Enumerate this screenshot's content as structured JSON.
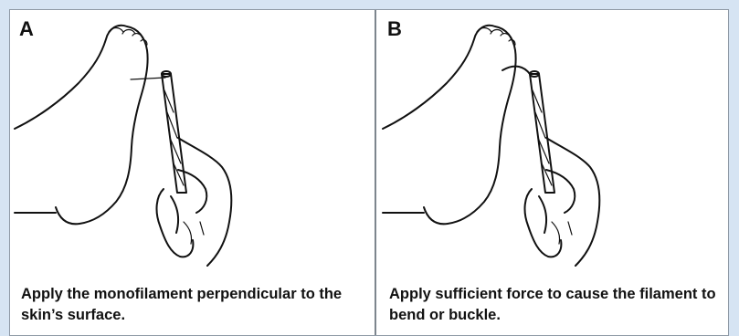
{
  "panels": [
    {
      "label": "A",
      "caption": "Apply the monofilament perpendicular to the skin’s surface."
    },
    {
      "label": "B",
      "caption": "Apply sufficient force to cause the filament to bend or buckle."
    }
  ],
  "colors": {
    "background": "#d6e4f3",
    "panel": "#ffffff",
    "ink": "#111111",
    "divider": "#7d858d"
  }
}
